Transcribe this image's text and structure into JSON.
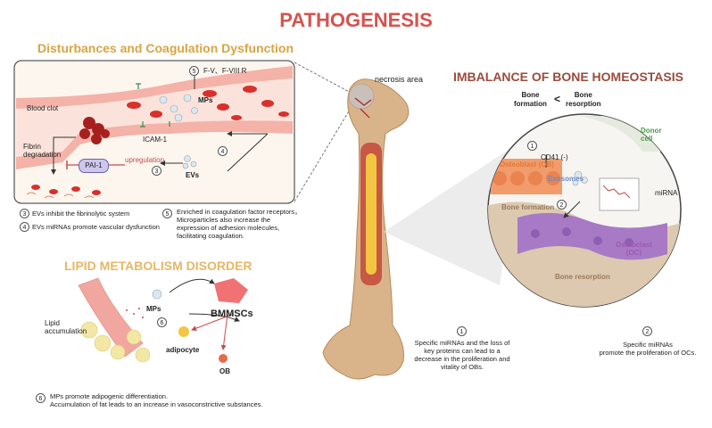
{
  "title": "PATHOGENESIS",
  "colors": {
    "title": "#d6534f",
    "section_orange": "#d9a441",
    "section_brown": "#9a4c3c",
    "lipid_title": "#e6b766",
    "vessel": "#e24a4a",
    "blood_cell": "#d9302c",
    "bone": "#d9b48a",
    "osteoblast": "#f29b6b",
    "osteoclast": "#a87ac6",
    "purple_box": "#cdc7ee"
  },
  "coag": {
    "title": "Disturbances and Coagulation Dysfunction",
    "factor_label": "F-V、F-VIII R",
    "mps_label": "MPs",
    "blood_clot": "Blood clot",
    "icam": "ICAM-1",
    "fibrin": "Fibrin\ndegradation",
    "pai": "PAI-1",
    "upregulation": "upregulation",
    "evs": "EVs",
    "n3": "3",
    "n4": "4",
    "n5": "5",
    "note3": "EVs inhibit the fibrinolytic system",
    "note4": "EVs miRNAs promote vascular dysfunction",
    "note5": "Enriched in coagulation factor receptors， Microparticles also increase the expression of adhesion molecules, facilitating coagulation."
  },
  "bone": {
    "necrosis": "necrosis area",
    "title": "IMBALANCE OF BONE HOMEOSTASIS",
    "formation": "Bone\nformation",
    "less_than": "<",
    "resorption_top": "Bone\nresorption",
    "donor": "Donor\ncell",
    "cd41": "CD41 (-)",
    "osteoblast": "Osteoblast (OB)",
    "exosomes": "Exosomes",
    "mirna": "miRNA",
    "bone_formation": "Bone formation",
    "osteoclast": "Osteoclast\n(OC)",
    "bone_resorption": "Bone resorption",
    "n1": "1",
    "n2": "2",
    "note1": "Specific miRNAs and the loss of key proteins can lead to a decrease in the proliferation and vitality of OBs.",
    "note2": "Specific miRNAs\npromote the proliferation of OCs."
  },
  "lipid": {
    "title": "LIPID METABOLISM DISORDER",
    "mps": "MPs",
    "bmmscs": "BMMSCs",
    "lipid_acc": "Lipid\naccumulation",
    "adipocyte": "adipocyte",
    "ob": "OB",
    "n6": "6",
    "note6": "MPs promote adipogenic differentiation.\nAccumulation of fat leads to an increase in vasoconstrictive substances."
  }
}
